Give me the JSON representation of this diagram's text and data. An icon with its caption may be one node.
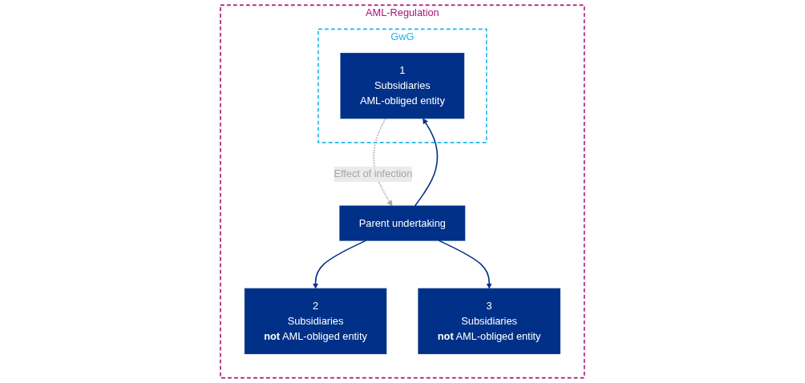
{
  "diagram": {
    "nodes": [
      {
        "text": [
          "AML-Regulation"
        ]
      },
      {
        "text": [
          "Parent undertaking"
        ],
        "in": 0
      },
      {
        "text": [
          "GwG"
        ],
        "in": 0
      },
      {
        "text": [
          "1",
          "Subsidiaries",
          "AML-obliged entity"
        ],
        "in": 2
      },
      {
        "text": [
          "2",
          "Subsidiaries",
          "**not** AML-obliged entity"
        ],
        "in": 0
      },
      {
        "text": [
          "3",
          "Subsidiaries",
          "**not** AML-obliged entity"
        ],
        "in": 0
      }
    ],
    "edges": [
      {
        "from": 1,
        "to": 3,
        "arrow": "to"
      },
      {
        "from": 1,
        "to": 4,
        "arrow": "to"
      },
      {
        "from": 1,
        "to": 5,
        "arrow": "to"
      },
      {
        "from": 3,
        "to": 1,
        "arrow": "to",
        "label": "Effect of infection",
        "style": "dashed",
        "color": "#a6a6a6"
      }
    ]
  }
}
